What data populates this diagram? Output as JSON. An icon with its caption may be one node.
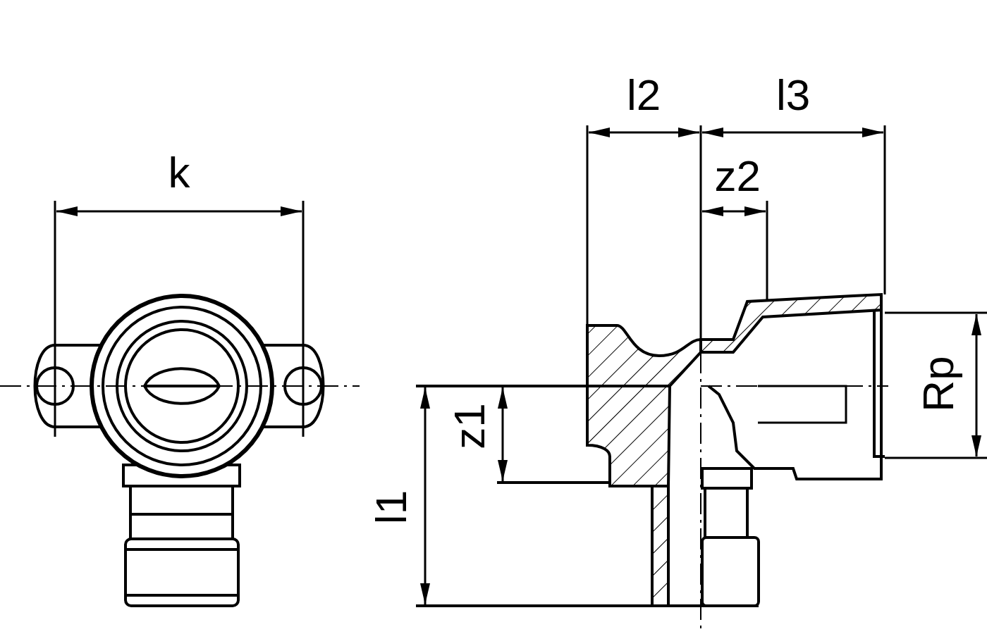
{
  "diagram": {
    "labels": [
      "l2",
      "l3",
      "k",
      "z2",
      "Rp",
      "z1",
      "l1"
    ]
  }
}
